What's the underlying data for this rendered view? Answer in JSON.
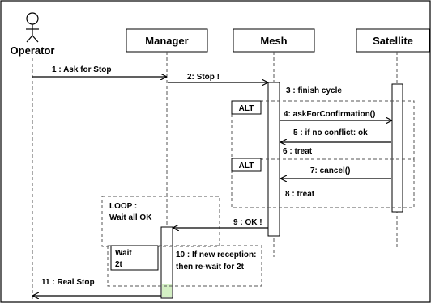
{
  "actor": {
    "name": "Operator"
  },
  "participants": {
    "manager": "Manager",
    "mesh": "Mesh",
    "satellite": "Satellite"
  },
  "messages": {
    "m1": "1 : Ask for Stop",
    "m2": "2: Stop !",
    "m3": "3 : finish cycle",
    "m4": "4: askForConfirmation()",
    "m5": "5 : if no conflict: ok",
    "m6": "6 : treat",
    "m7": "7: cancel()",
    "m8": "8 : treat",
    "m9": "9 : OK !",
    "m10_line1": "10 : If new reception:",
    "m10_line2": "then re-wait for 2t",
    "m11": "11 : Real Stop"
  },
  "fragments": {
    "alt1": "ALT",
    "alt2": "ALT",
    "loop_line1": "LOOP :",
    "loop_line2": "Wait all OK",
    "wait_line1": "Wait",
    "wait_line2": "2t"
  },
  "colors": {
    "activation_highlight": "#d4efc4",
    "line": "#000000",
    "dashed": "#555555"
  }
}
